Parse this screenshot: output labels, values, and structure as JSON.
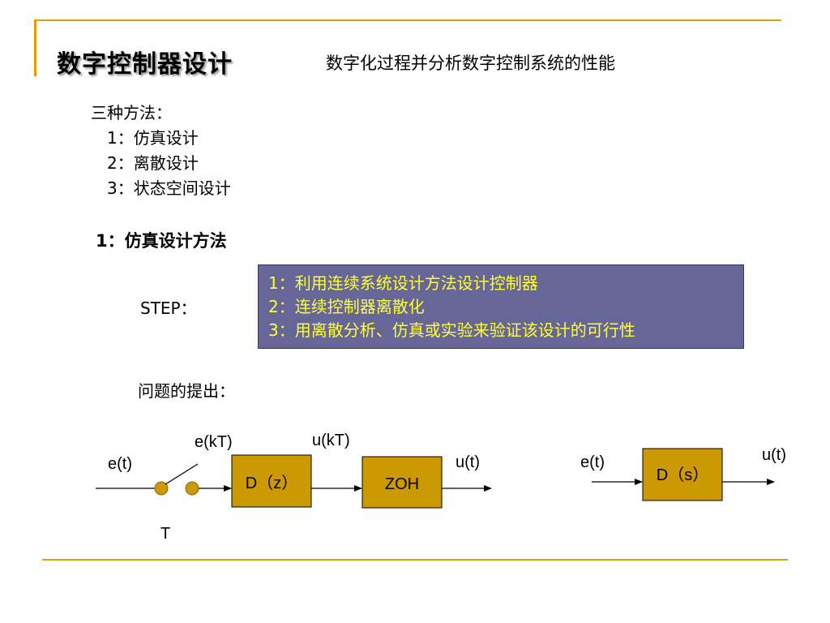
{
  "header": {
    "title": "数字控制器设计",
    "subtitle": "数字化过程并分析数字控制系统的性能"
  },
  "methods": {
    "intro": "三种方法：",
    "items": [
      "1：仿真设计",
      "2：离散设计",
      "3：状态空间设计"
    ]
  },
  "section": {
    "heading": "1：仿真设计方法",
    "step_label": "STEP：",
    "steps": [
      "1：利用连续系统设计方法设计控制器",
      "2：连续控制器离散化",
      "3：用离散分析、仿真或实验来验证该设计的可行性"
    ],
    "question": "问题的提出："
  },
  "diagram_left": {
    "input": "e(t)",
    "sampled": "e(kT)",
    "switch_label": "T",
    "block1": "D（z）",
    "mid_signal": "u(kT)",
    "block2": "ZOH",
    "output": "u(t)"
  },
  "diagram_right": {
    "input": "e(t)",
    "block": "D（s）",
    "output": "u(t)"
  },
  "colors": {
    "accent_line": "#e0a000",
    "step_box_bg": "#666699",
    "step_text": "#ffff33",
    "block_fill": "#cc9900",
    "switch_fill": "#cc9900"
  }
}
